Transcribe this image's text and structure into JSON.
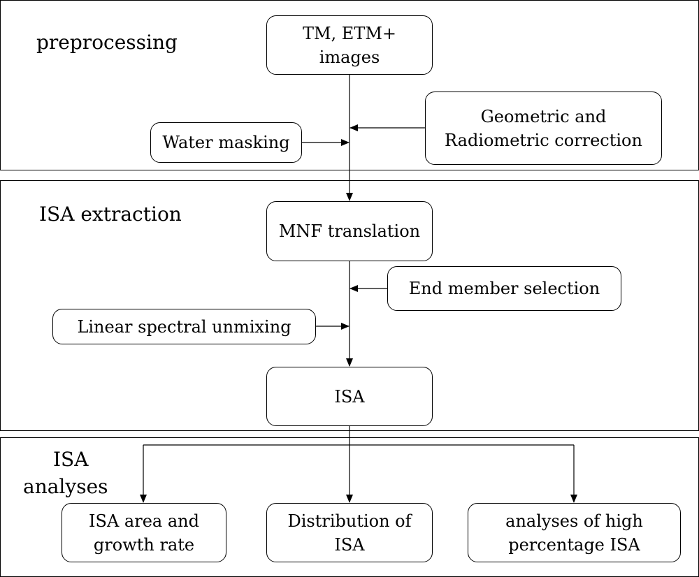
{
  "sections": {
    "preprocessing": {
      "title": "preprocessing"
    },
    "extraction": {
      "title": "ISA extraction"
    },
    "analyses": {
      "title_line1": "ISA",
      "title_line2": "analyses"
    }
  },
  "nodes": {
    "tm_etm": {
      "line1": "TM, ETM+",
      "line2": "images"
    },
    "geo_radio": {
      "line1": "Geometric and",
      "line2": "Radiometric correction"
    },
    "water_masking": {
      "label": "Water masking"
    },
    "mnf": {
      "label": "MNF translation"
    },
    "end_member": {
      "label": "End member selection"
    },
    "linear_unmixing": {
      "label": "Linear spectral unmixing"
    },
    "isa": {
      "label": "ISA"
    },
    "isa_area": {
      "line1": "ISA area and",
      "line2": "growth rate"
    },
    "distribution": {
      "line1": "Distribution of",
      "line2": "ISA"
    },
    "high_pct": {
      "line1": "analyses of high",
      "line2": "percentage ISA"
    }
  },
  "colors": {
    "stroke": "#000000",
    "background": "#ffffff"
  }
}
